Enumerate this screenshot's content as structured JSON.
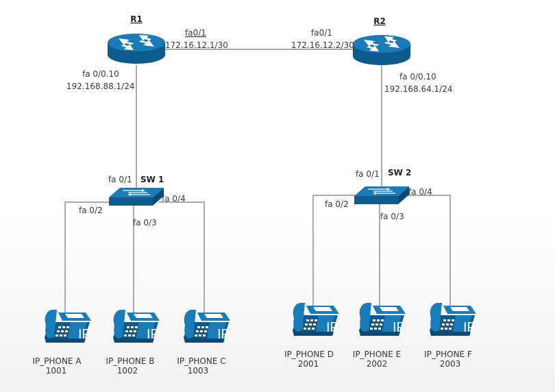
{
  "routers": [
    {
      "id": "r1",
      "name": "R1"
    },
    {
      "id": "r2",
      "name": "R2"
    }
  ],
  "switches": [
    {
      "id": "sw1",
      "name": "SW 1"
    },
    {
      "id": "sw2",
      "name": "SW 2"
    }
  ],
  "wan_link": {
    "r1_interface": "fa0/1",
    "r1_ip": "172.16.12.1/30",
    "r2_interface": "fa0/1",
    "r2_ip": "172.16.12.2/30"
  },
  "r1_lan": {
    "interface": "fa 0/0.10",
    "ip": "192.168.88.1/24"
  },
  "r2_lan": {
    "interface": "fa 0/0.10",
    "ip": "192.168.64.1/24"
  },
  "sw1_ports": {
    "uplink": "fa 0/1",
    "p2": "fa 0/2",
    "p3": "fa 0/3",
    "p4": "fa 0/4"
  },
  "sw2_ports": {
    "uplink": "fa 0/1",
    "p2": "fa 0/2",
    "p3": "fa 0/3",
    "p4": "fa 0/4"
  },
  "phones": [
    {
      "name": "IP_PHONE A",
      "ext": "1001"
    },
    {
      "name": "IP_PHONE B",
      "ext": "1002"
    },
    {
      "name": "IP_PHONE C",
      "ext": "1003"
    },
    {
      "name": "IP_PHONE D",
      "ext": "2001"
    },
    {
      "name": "IP_PHONE E",
      "ext": "2002"
    },
    {
      "name": "IP_PHONE F",
      "ext": "2003"
    }
  ],
  "phone_icon_text": "IP",
  "colors": {
    "device_blue": "#1a7bb9",
    "device_dark": "#0d5a8c",
    "link_gray": "#a9a9a9"
  },
  "icons": {
    "router": "router-icon",
    "switch": "switch-icon",
    "phone": "ip-phone-icon"
  }
}
